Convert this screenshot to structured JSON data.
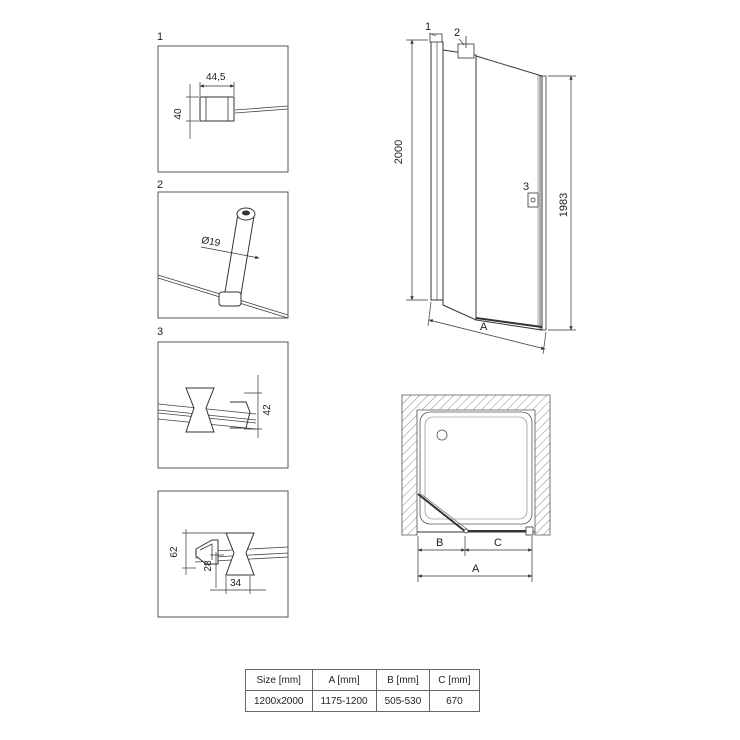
{
  "details": [
    {
      "number": "1",
      "dims": [
        "44,5",
        "40"
      ]
    },
    {
      "number": "2",
      "dims": [
        "Ø19"
      ]
    },
    {
      "number": "3",
      "dims": [
        "42"
      ]
    },
    {
      "number": "",
      "dims": [
        "62",
        "28",
        "34"
      ]
    }
  ],
  "front_view": {
    "callouts": [
      "1",
      "2",
      "3"
    ],
    "height_total": "2000",
    "height_door": "1983",
    "width_label": "A"
  },
  "plan_view": {
    "labels": [
      "B",
      "C",
      "A"
    ]
  },
  "spec_table": {
    "headers": [
      "Size [mm]",
      "A [mm]",
      "B [mm]",
      "C [mm]"
    ],
    "rows": [
      [
        "1200x2000",
        "1175-1200",
        "505-530",
        "670"
      ]
    ]
  },
  "colors": {
    "line": "#333333",
    "hatch": "#8a8a8a",
    "panel_border": "#555555"
  }
}
